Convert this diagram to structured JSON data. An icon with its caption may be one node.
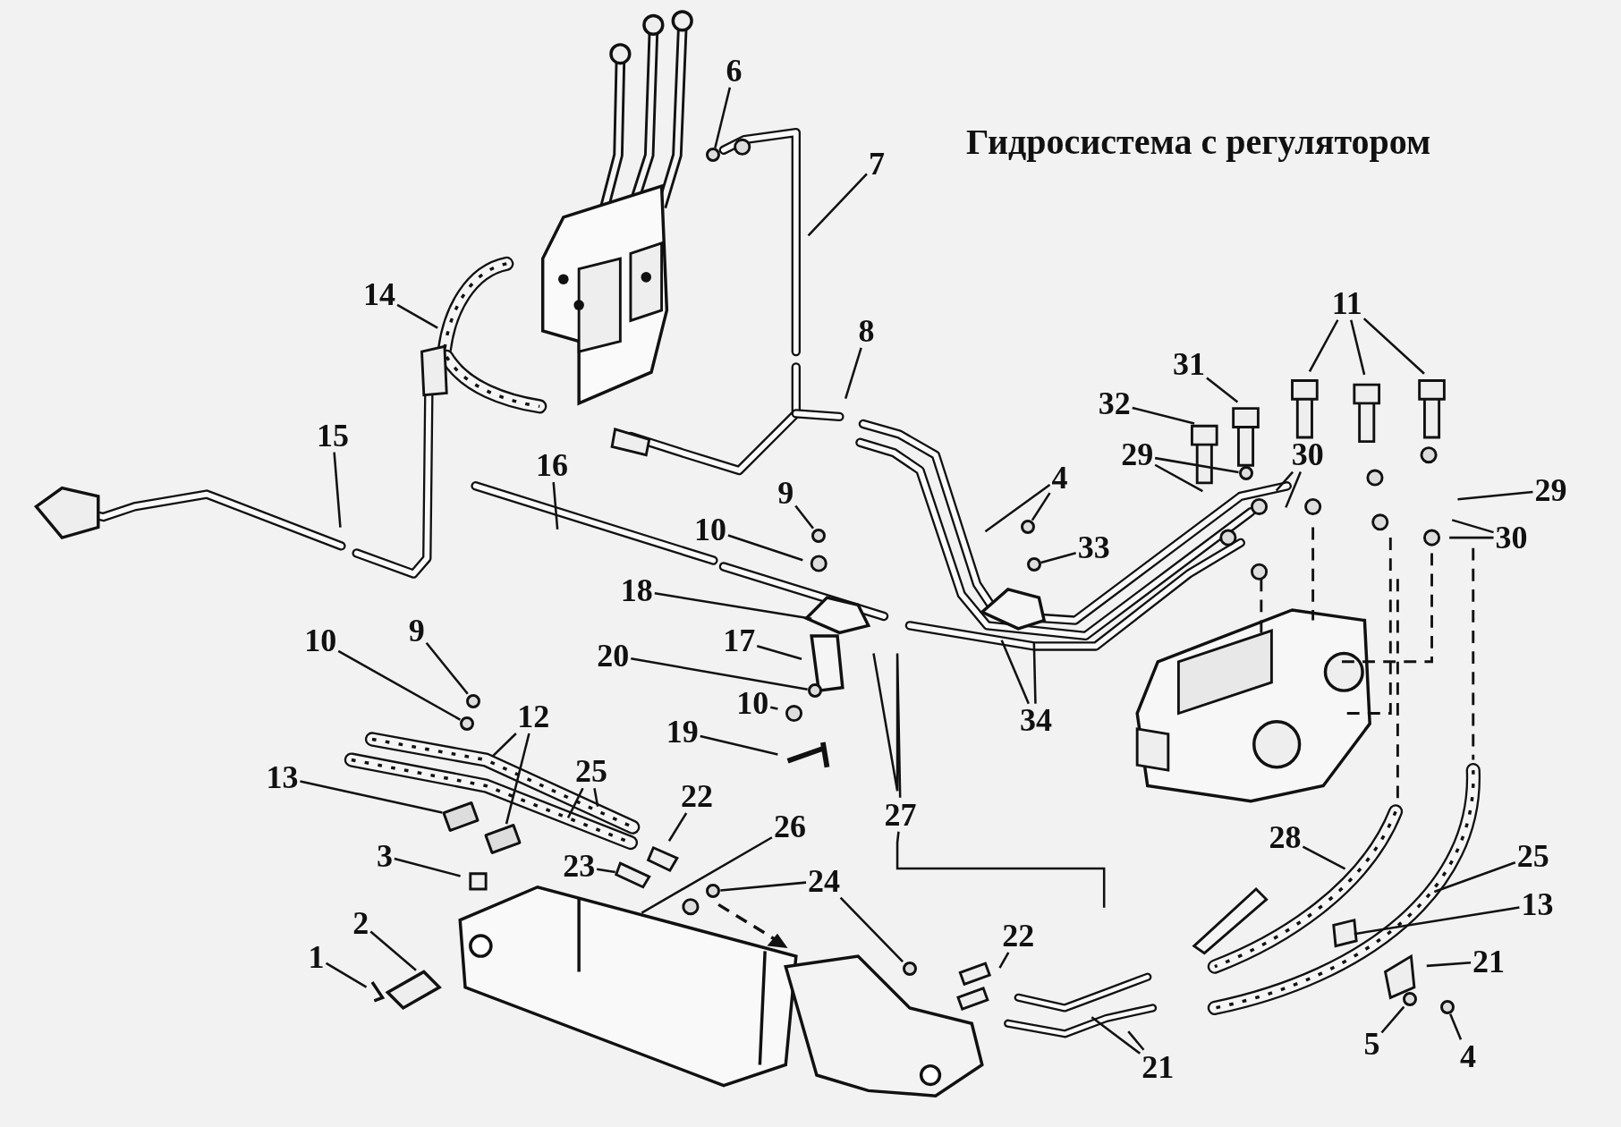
{
  "diagram": {
    "title": "Гидросистема с регулятором",
    "nodes": [
      {
        "text": [
          "6"
        ]
      },
      {
        "text": [
          "7"
        ]
      },
      {
        "text": [
          "14"
        ]
      },
      {
        "text": [
          "8"
        ]
      },
      {
        "text": [
          "11"
        ]
      },
      {
        "text": [
          "31"
        ]
      },
      {
        "text": [
          "32"
        ]
      },
      {
        "text": [
          "15"
        ]
      },
      {
        "text": [
          "16"
        ]
      },
      {
        "text": [
          "29"
        ]
      },
      {
        "text": [
          "30"
        ]
      },
      {
        "text": [
          "4"
        ]
      },
      {
        "text": [
          "9"
        ]
      },
      {
        "text": [
          "29"
        ]
      },
      {
        "text": [
          "10"
        ]
      },
      {
        "text": [
          "33"
        ]
      },
      {
        "text": [
          "30"
        ]
      },
      {
        "text": [
          "18"
        ]
      },
      {
        "text": [
          "17"
        ]
      },
      {
        "text": [
          "20"
        ]
      },
      {
        "text": [
          "34"
        ]
      },
      {
        "text": [
          "10"
        ]
      },
      {
        "text": [
          "9"
        ]
      },
      {
        "text": [
          "10"
        ]
      },
      {
        "text": [
          "19"
        ]
      },
      {
        "text": [
          "12"
        ]
      },
      {
        "text": [
          "13"
        ]
      },
      {
        "text": [
          "25"
        ]
      },
      {
        "text": [
          "22"
        ]
      },
      {
        "text": [
          "26"
        ]
      },
      {
        "text": [
          "27"
        ]
      },
      {
        "text": [
          "3"
        ]
      },
      {
        "text": [
          "23"
        ]
      },
      {
        "text": [
          "24"
        ]
      },
      {
        "text": [
          "2"
        ]
      },
      {
        "text": [
          "1"
        ]
      },
      {
        "text": [
          "22"
        ]
      },
      {
        "text": [
          "28"
        ]
      },
      {
        "text": [
          "25"
        ]
      },
      {
        "text": [
          "13"
        ]
      },
      {
        "text": [
          "21"
        ]
      },
      {
        "text": [
          "5"
        ]
      },
      {
        "text": [
          "4"
        ]
      },
      {
        "text": [
          "21"
        ]
      },
      {
        "text": [],
        "shape": "circle"
      },
      {
        "text": [],
        "shape": "circle"
      },
      {
        "text": [],
        "shape": "circle"
      },
      {
        "text": [],
        "shape": "circle"
      },
      {
        "text": [],
        "shape": "circle"
      },
      {
        "text": [],
        "shape": "box"
      },
      {
        "text": [],
        "shape": "circle"
      },
      {
        "text": [],
        "shape": "circle"
      },
      {
        "text": [],
        "shape": "circle"
      },
      {
        "text": [],
        "shape": "circle"
      },
      {
        "text": [],
        "shape": "circle"
      },
      {
        "text": [],
        "shape": "circle"
      },
      {
        "text": [],
        "shape": "box"
      },
      {
        "text": [],
        "shape": "circle"
      }
    ],
    "edges": [
      {
        "from": 0,
        "to": 44,
        "arrow": "none"
      },
      {
        "from": 1,
        "to": null,
        "arrow": "none"
      },
      {
        "from": 2,
        "to": null,
        "arrow": "none"
      },
      {
        "from": 3,
        "to": null,
        "arrow": "none"
      },
      {
        "from": 4,
        "to": null,
        "arrow": "none"
      },
      {
        "from": 4,
        "to": null,
        "arrow": "none"
      },
      {
        "from": 4,
        "to": null,
        "arrow": "none"
      },
      {
        "from": 5,
        "to": null,
        "arrow": "none"
      },
      {
        "from": 6,
        "to": null,
        "arrow": "none"
      },
      {
        "from": 7,
        "to": null,
        "arrow": "none"
      },
      {
        "from": 8,
        "to": null,
        "arrow": "none"
      },
      {
        "from": 9,
        "to": null,
        "arrow": "none"
      },
      {
        "from": 9,
        "to": 45,
        "arrow": "none"
      },
      {
        "from": 10,
        "to": null,
        "arrow": "none"
      },
      {
        "from": 10,
        "to": null,
        "arrow": "none"
      },
      {
        "from": 11,
        "to": null,
        "arrow": "none"
      },
      {
        "from": 11,
        "to": 46,
        "arrow": "none"
      },
      {
        "from": 12,
        "to": 47,
        "arrow": "none"
      },
      {
        "from": 13,
        "to": null,
        "arrow": "none"
      },
      {
        "from": 14,
        "to": null,
        "arrow": "none"
      },
      {
        "from": 15,
        "to": 55,
        "arrow": "none"
      },
      {
        "from": 16,
        "to": null,
        "arrow": "none"
      },
      {
        "from": 16,
        "to": null,
        "arrow": "none"
      },
      {
        "from": 17,
        "to": null,
        "arrow": "none"
      },
      {
        "from": 18,
        "to": null,
        "arrow": "none"
      },
      {
        "from": 19,
        "to": 57,
        "arrow": "none"
      },
      {
        "from": 20,
        "to": null,
        "arrow": "none"
      },
      {
        "from": 20,
        "to": null,
        "arrow": "none"
      },
      {
        "from": 21,
        "to": 54,
        "arrow": "none"
      },
      {
        "from": 22,
        "to": 48,
        "arrow": "none"
      },
      {
        "from": 23,
        "to": null,
        "arrow": "none"
      },
      {
        "from": 24,
        "to": null,
        "arrow": "none"
      },
      {
        "from": 25,
        "to": null,
        "arrow": "none"
      },
      {
        "from": 25,
        "to": 56,
        "arrow": "none"
      },
      {
        "from": 26,
        "to": 49,
        "arrow": "none"
      },
      {
        "from": 27,
        "to": null,
        "arrow": "none"
      },
      {
        "from": 27,
        "to": null,
        "arrow": "none"
      },
      {
        "from": 28,
        "to": null,
        "arrow": "none"
      },
      {
        "from": 29,
        "to": null,
        "arrow": "none"
      },
      {
        "from": 30,
        "to": null,
        "arrow": "none"
      },
      {
        "from": 30,
        "to": null,
        "arrow": "none"
      },
      {
        "from": 31,
        "to": null,
        "arrow": "none"
      },
      {
        "from": 32,
        "to": null,
        "arrow": "none"
      },
      {
        "from": 33,
        "to": 50,
        "arrow": "none"
      },
      {
        "from": 33,
        "to": 51,
        "arrow": "none"
      },
      {
        "from": 34,
        "to": null,
        "arrow": "none"
      },
      {
        "from": 35,
        "to": null,
        "arrow": "none"
      },
      {
        "from": 36,
        "to": null,
        "arrow": "none"
      },
      {
        "from": 37,
        "to": null,
        "arrow": "none"
      },
      {
        "from": 38,
        "to": null,
        "arrow": "none"
      },
      {
        "from": 39,
        "to": null,
        "arrow": "none"
      },
      {
        "from": 40,
        "to": null,
        "arrow": "none"
      },
      {
        "from": 41,
        "to": 52,
        "arrow": "none"
      },
      {
        "from": 42,
        "to": 53,
        "arrow": "none"
      },
      {
        "from": 43,
        "to": null,
        "arrow": "none"
      },
      {
        "from": 43,
        "to": null,
        "arrow": "none"
      }
    ]
  }
}
